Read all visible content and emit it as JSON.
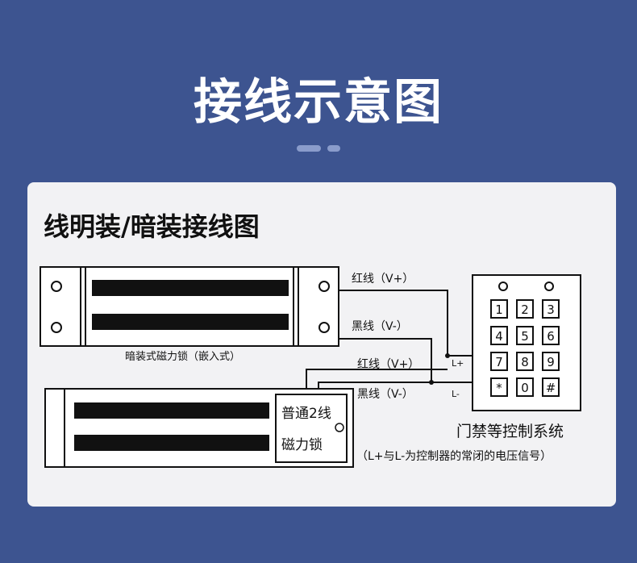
{
  "header": {
    "title": "接线示意图"
  },
  "card": {
    "title": "线明装/暗装接线图"
  },
  "diagram": {
    "embedded_lock_label": "暗装式磁力锁（嵌入式）",
    "surface_lock_label_line1": "普通2线",
    "surface_lock_label_line2": "磁力锁",
    "wire_red_1": "红线（V+）",
    "wire_black_1": "黑线（V-）",
    "wire_red_2": "红线（V+）",
    "wire_black_2": "黑线（V-）",
    "terminal_pos": "L+",
    "terminal_neg": "L-",
    "controller_title": "门禁等控制系统",
    "controller_note": "（L+与L-为控制器的常闭的电压信号）",
    "keypad_keys": [
      "1",
      "2",
      "3",
      "4",
      "5",
      "6",
      "7",
      "8",
      "9",
      "*",
      "0",
      "#"
    ]
  },
  "colors": {
    "background": "#3d5490",
    "card": "#f2f2f4",
    "ink": "#111111"
  }
}
